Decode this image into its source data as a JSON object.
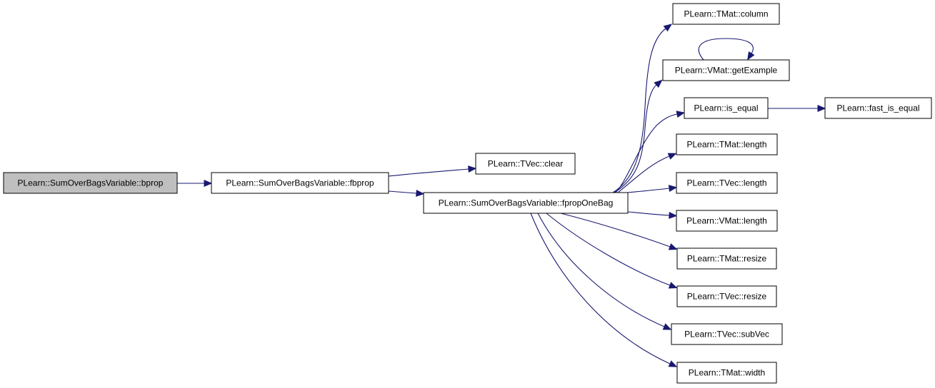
{
  "colors": {
    "edge": "#191970",
    "root_fill": "#bfbfbf",
    "node_fill": "#ffffff",
    "node_border": "#000000"
  },
  "nodes": [
    {
      "id": "bprop",
      "label": "PLearn::SumOverBagsVariable::bprop",
      "root": true
    },
    {
      "id": "fbprop",
      "label": "PLearn::SumOverBagsVariable::fbprop"
    },
    {
      "id": "tvec_clear",
      "label": "PLearn::TVec::clear"
    },
    {
      "id": "fpropOneBag",
      "label": "PLearn::SumOverBagsVariable::fpropOneBag"
    },
    {
      "id": "tmat_column",
      "label": "PLearn::TMat::column"
    },
    {
      "id": "vmat_getExample",
      "label": "PLearn::VMat::getExample"
    },
    {
      "id": "is_equal",
      "label": "PLearn::is_equal"
    },
    {
      "id": "fast_is_equal",
      "label": "PLearn::fast_is_equal"
    },
    {
      "id": "tmat_length",
      "label": "PLearn::TMat::length"
    },
    {
      "id": "tvec_length",
      "label": "PLearn::TVec::length"
    },
    {
      "id": "vmat_length",
      "label": "PLearn::VMat::length"
    },
    {
      "id": "tmat_resize",
      "label": "PLearn::TMat::resize"
    },
    {
      "id": "tvec_resize",
      "label": "PLearn::TVec::resize"
    },
    {
      "id": "tvec_subVec",
      "label": "PLearn::TVec::subVec"
    },
    {
      "id": "tmat_width",
      "label": "PLearn::TMat::width"
    }
  ],
  "edges": [
    {
      "from": "bprop",
      "to": "fbprop"
    },
    {
      "from": "fbprop",
      "to": "tvec_clear"
    },
    {
      "from": "fbprop",
      "to": "fpropOneBag"
    },
    {
      "from": "fpropOneBag",
      "to": "tmat_column"
    },
    {
      "from": "fpropOneBag",
      "to": "vmat_getExample"
    },
    {
      "from": "fpropOneBag",
      "to": "is_equal"
    },
    {
      "from": "fpropOneBag",
      "to": "tmat_length"
    },
    {
      "from": "fpropOneBag",
      "to": "tvec_length"
    },
    {
      "from": "fpropOneBag",
      "to": "vmat_length"
    },
    {
      "from": "fpropOneBag",
      "to": "tmat_resize"
    },
    {
      "from": "fpropOneBag",
      "to": "tvec_resize"
    },
    {
      "from": "fpropOneBag",
      "to": "tvec_subVec"
    },
    {
      "from": "fpropOneBag",
      "to": "tmat_width"
    },
    {
      "from": "vmat_getExample",
      "to": "vmat_getExample"
    },
    {
      "from": "is_equal",
      "to": "fast_is_equal"
    }
  ]
}
